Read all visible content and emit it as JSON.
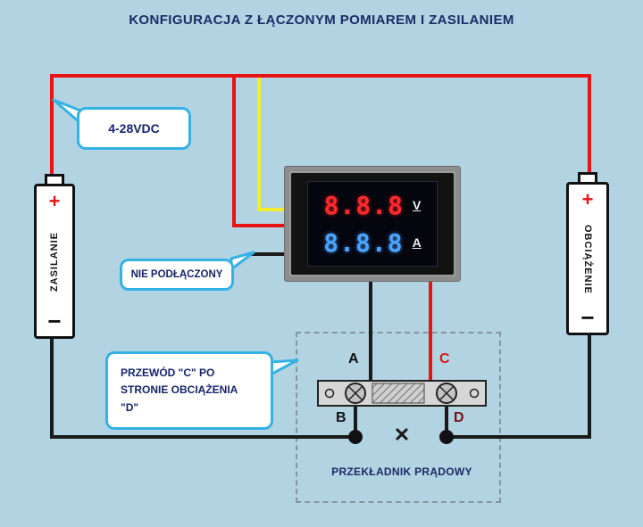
{
  "title": "KONFIGURACJA Z ŁĄCZONYM POMIAREM I ZASILANIEM",
  "colors": {
    "background": "#b2d3e2",
    "wire_red": "#e81313",
    "wire_black": "#1a1a1a",
    "wire_yellow": "#f2ee2e",
    "bubble_border": "#35b2e4",
    "text_navy": "#1c2b66",
    "digit_red": "#ff2a2a",
    "digit_blue": "#4aa4ff"
  },
  "battery_left": {
    "label": "ZASILANIE",
    "plus": "+",
    "minus": "−"
  },
  "battery_right": {
    "label": "OBCIĄŻENIE",
    "plus": "+",
    "minus": "−"
  },
  "meter": {
    "volt_display": "8.8.8",
    "volt_unit": "V",
    "amp_display": "8.8.8",
    "amp_unit": "A"
  },
  "callouts": {
    "supply_voltage": "4-28VDC",
    "not_connected": "NIE PODŁĄCZONY",
    "wire_note_line1": "PRZEWÓD \"C\" PO",
    "wire_note_line2": "STRONIE  OBCIĄŻENIA",
    "wire_note_line3": "\"D\""
  },
  "shunt": {
    "terminal_a": "A",
    "terminal_b": "B",
    "terminal_c": "C",
    "terminal_d": "D",
    "label": "PRZEKŁADNIK PRĄDOWY",
    "cross": "✕"
  }
}
